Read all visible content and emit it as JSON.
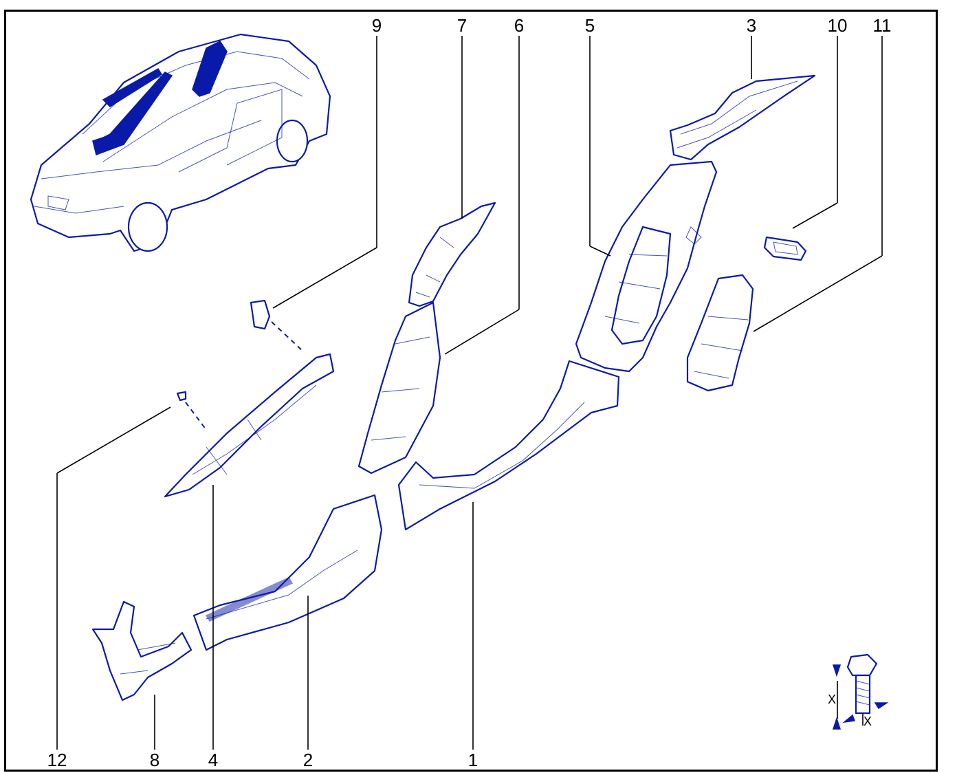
{
  "labels": {
    "n1": "1",
    "n2": "2",
    "n3": "3",
    "n4": "4",
    "n5": "5",
    "n6": "6",
    "n7": "7",
    "n8": "8",
    "n9": "9",
    "n10": "10",
    "n11": "11",
    "n12": "12"
  },
  "screw_dims": {
    "x1": "X",
    "x2": "X"
  },
  "colors": {
    "line": "#0a1aa8",
    "leader": "#000000",
    "frame": "#000000"
  }
}
